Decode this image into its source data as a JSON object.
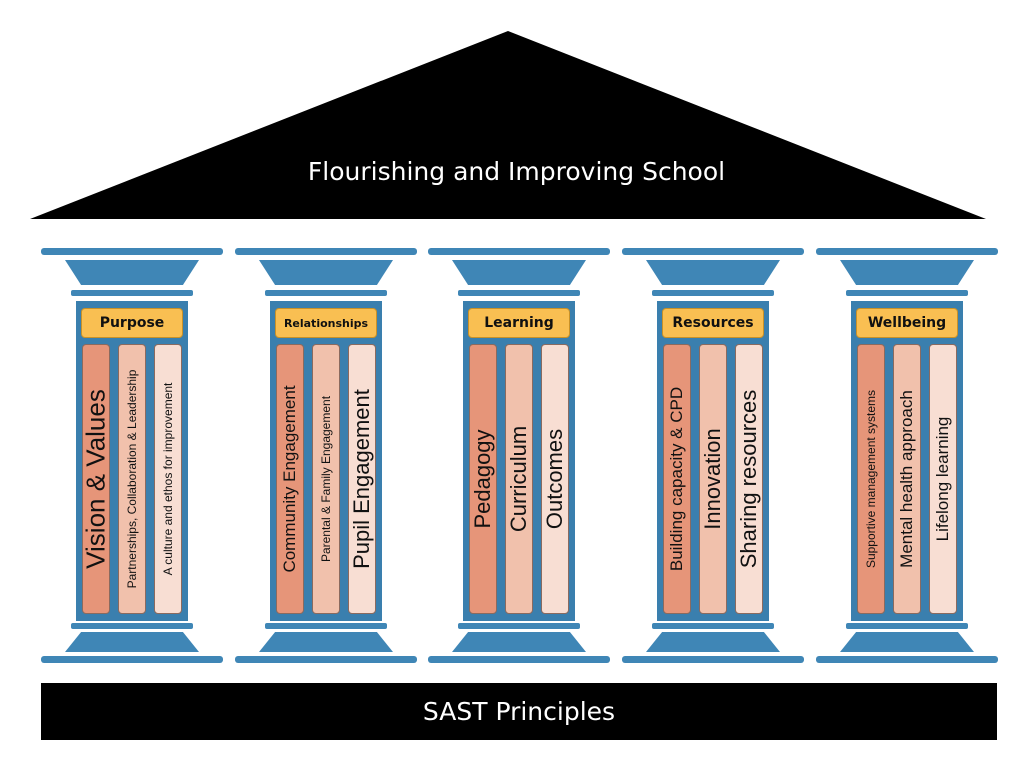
{
  "roof": {
    "title": "Flourishing and Improving School"
  },
  "pillars": [
    {
      "label": "Purpose",
      "items": [
        "Vision & Values",
        "Partnerships, Collaboration & Leadership",
        "A culture and ethos for improvement"
      ]
    },
    {
      "label": "Relationships",
      "items": [
        "Community Engagement",
        "Parental & Family Engagement",
        "Pupil Engagement"
      ]
    },
    {
      "label": "Learning",
      "items": [
        "Pedagogy",
        "Curriculum",
        "Outcomes"
      ]
    },
    {
      "label": "Resources",
      "items": [
        "Building capacity & CPD",
        "Innovation",
        "Sharing resources"
      ]
    },
    {
      "label": "Wellbeing",
      "items": [
        "Supportive management systems",
        "Mental health approach",
        "Lifelong learning"
      ]
    }
  ],
  "foundation": {
    "title": "SAST Principles"
  },
  "colors": {
    "roof": "#000000",
    "column": "#3a7fae",
    "label": "#f9bf52",
    "bar_dark": "#e69579",
    "bar_mid": "#f1c1ac",
    "bar_light": "#f8ded3"
  }
}
